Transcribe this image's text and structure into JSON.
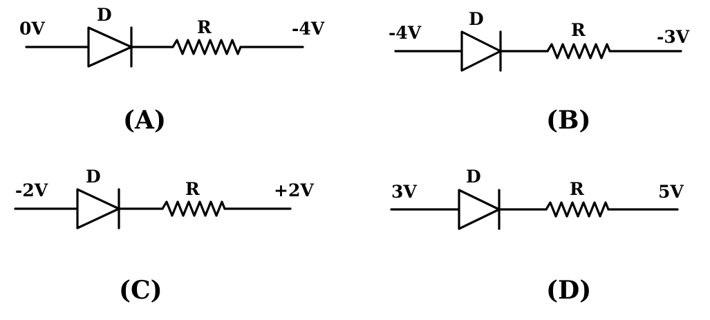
{
  "circuits": [
    {
      "caption": "(A)",
      "left_voltage": "0V",
      "right_voltage": "-4V",
      "diode_label": "D",
      "resistor_label": "R"
    },
    {
      "caption": "(B)",
      "left_voltage": "-4V",
      "right_voltage": "-3V",
      "diode_label": "D",
      "resistor_label": "R"
    },
    {
      "caption": "(C)",
      "left_voltage": "-2V",
      "right_voltage": "+2V",
      "diode_label": "D",
      "resistor_label": "R"
    },
    {
      "caption": "(D)",
      "left_voltage": "3V",
      "right_voltage": "5V",
      "diode_label": "D",
      "resistor_label": "R"
    }
  ],
  "colors": {
    "line": "#000000",
    "background": "#ffffff"
  }
}
